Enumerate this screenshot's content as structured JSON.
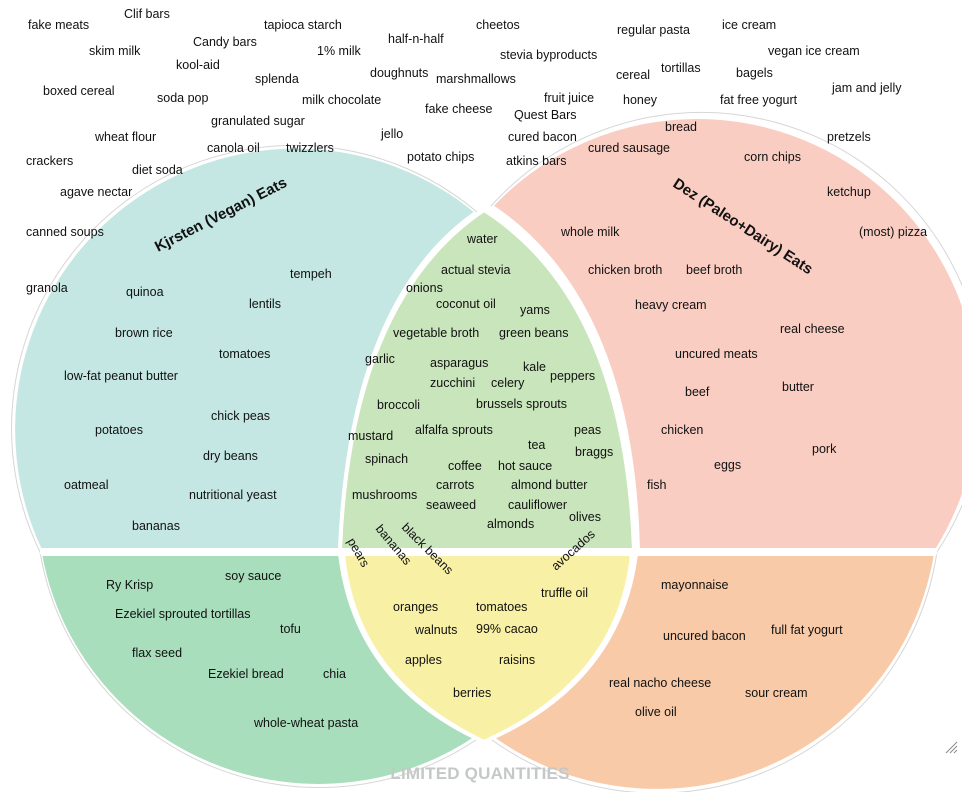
{
  "colors": {
    "vegan": "#c4e7e3",
    "paleo": "#f9cdc2",
    "overlap": "#c8e5bb",
    "vegan_limited": "#a8debc",
    "paleo_limited": "#f8caa7",
    "overlap_limited": "#f8f0a4",
    "outline": "#cfcfcf",
    "footer": "#c4c8c6"
  },
  "titles": {
    "vegan": "Kjrsten (Vegan) Eats",
    "paleo": "Dez (Paleo+Dairy) Eats",
    "limited": "LIMITED QUANTITIES"
  },
  "outside": [
    "fake meats",
    "Clif bars",
    "tapioca starch",
    "cheetos",
    "regular pasta",
    "ice cream",
    "skim milk",
    "Candy bars",
    "1% milk",
    "half-n-half",
    "stevia byproducts",
    "vegan ice cream",
    "kool-aid",
    "splenda",
    "doughnuts",
    "marshmallows",
    "cereal",
    "tortillas",
    "bagels",
    "boxed cereal",
    "soda pop",
    "milk chocolate",
    "fruit juice",
    "honey",
    "fat free yogurt",
    "jam and jelly",
    "granulated sugar",
    "fake cheese",
    "Quest Bars",
    "bread",
    "wheat flour",
    "canola oil",
    "twizzlers",
    "jello",
    "cured bacon",
    "pretzels",
    "crackers",
    "diet soda",
    "potato chips",
    "atkins bars",
    "cured sausage",
    "corn chips",
    "agave nectar",
    "ketchup",
    "canned soups",
    "(most) pizza",
    "granola"
  ],
  "vegan_only": [
    "tempeh",
    "quinoa",
    "lentils",
    "brown rice",
    "tomatoes",
    "low-fat peanut butter",
    "chick peas",
    "potatoes",
    "dry beans",
    "oatmeal",
    "nutritional yeast",
    "bananas"
  ],
  "paleo_only": [
    "whole milk",
    "chicken broth",
    "beef broth",
    "heavy cream",
    "real cheese",
    "uncured meats",
    "beef",
    "butter",
    "chicken",
    "pork",
    "eggs",
    "fish"
  ],
  "both": [
    "water",
    "actual stevia",
    "onions",
    "coconut oil",
    "yams",
    "vegetable broth",
    "green beans",
    "garlic",
    "asparagus",
    "kale",
    "zucchini",
    "celery",
    "peppers",
    "broccoli",
    "brussels sprouts",
    "mustard",
    "alfalfa sprouts",
    "peas",
    "tea",
    "spinach",
    "braggs",
    "coffee",
    "hot sauce",
    "carrots",
    "almond butter",
    "mushrooms",
    "seaweed",
    "cauliflower",
    "olives",
    "almonds",
    "fish"
  ],
  "vegan_limited": [
    "Ry Krisp",
    "soy sauce",
    "Ezekiel sprouted tortillas",
    "tofu",
    "flax seed",
    "Ezekiel bread",
    "chia",
    "whole-wheat pasta"
  ],
  "both_limited": [
    "pears",
    "bananas",
    "black beans",
    "avocados",
    "truffle oil",
    "oranges",
    "tomatoes",
    "walnuts",
    "99% cacao",
    "apples",
    "raisins",
    "berries"
  ],
  "paleo_limited": [
    "mayonnaise",
    "uncured bacon",
    "full fat yogurt",
    "real nacho cheese",
    "sour cream",
    "olive oil"
  ]
}
